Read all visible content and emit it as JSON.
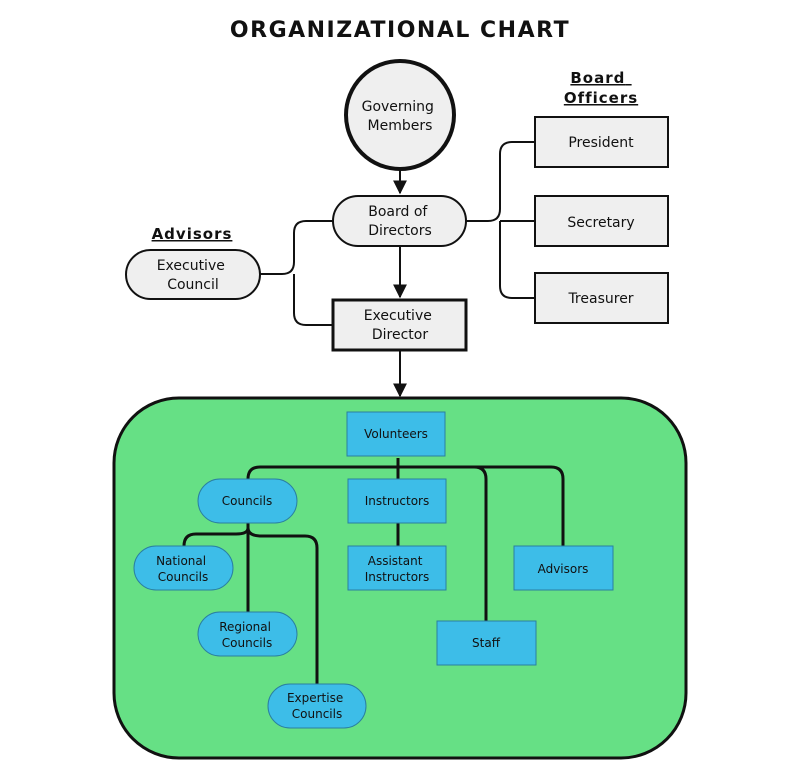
{
  "title": "ORGANIZATIONAL CHART",
  "sections": {
    "board_officers": [
      "Board",
      "Officers"
    ],
    "advisors": "Advisors"
  },
  "nodes": {
    "governing_members": [
      "Governing",
      "Members"
    ],
    "board_of_directors": [
      "Board of",
      "Directors"
    ],
    "executive_council": [
      "Executive",
      "Council"
    ],
    "executive_director": [
      "Executive",
      "Director"
    ],
    "president": [
      "President"
    ],
    "secretary": [
      "Secretary"
    ],
    "treasurer": [
      "Treasurer"
    ],
    "volunteers": [
      "Volunteers"
    ],
    "councils": [
      "Councils"
    ],
    "instructors": [
      "Instructors"
    ],
    "assistant_instructors": [
      "Assistant",
      "Instructors"
    ],
    "national_councils": [
      "National",
      "Councils"
    ],
    "regional_councils": [
      "Regional",
      "Councils"
    ],
    "expertise_councils": [
      "Expertise",
      "Councils"
    ],
    "advisors_node": [
      "Advisors"
    ],
    "staff": [
      "Staff"
    ]
  },
  "colors": {
    "panel_green": "#66e085",
    "node_blue": "#3dbde8",
    "node_grey": "#efefef"
  }
}
